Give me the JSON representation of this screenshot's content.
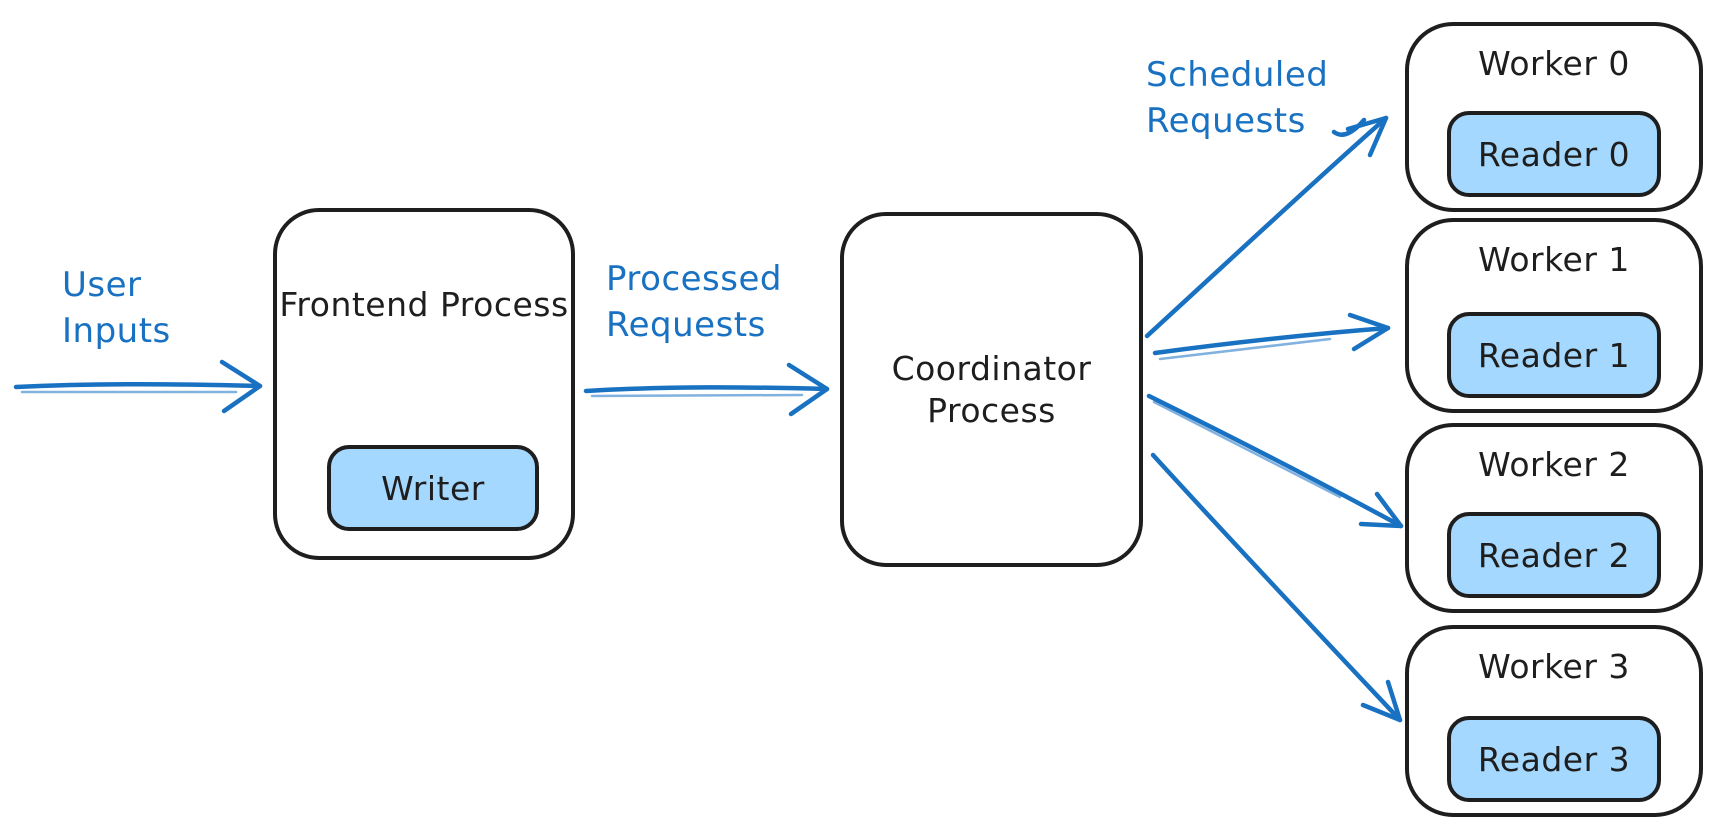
{
  "colors": {
    "accent_blue": "#1971c2",
    "subnode_fill": "#a5d8ff",
    "stroke_black": "#1e1e1e",
    "background": "#ffffff"
  },
  "edge_labels": {
    "user_inputs": "User Inputs",
    "processed_requests": "Processed Requests",
    "scheduled_requests": "Scheduled Requests"
  },
  "nodes": {
    "frontend": {
      "title": "Frontend Process",
      "subnode": "Writer"
    },
    "coordinator": {
      "title": "Coordinator Process"
    },
    "workers": [
      {
        "title": "Worker 0",
        "subnode": "Reader 0"
      },
      {
        "title": "Worker 1",
        "subnode": "Reader 1"
      },
      {
        "title": "Worker 2",
        "subnode": "Reader 2"
      },
      {
        "title": "Worker 3",
        "subnode": "Reader 3"
      }
    ]
  }
}
